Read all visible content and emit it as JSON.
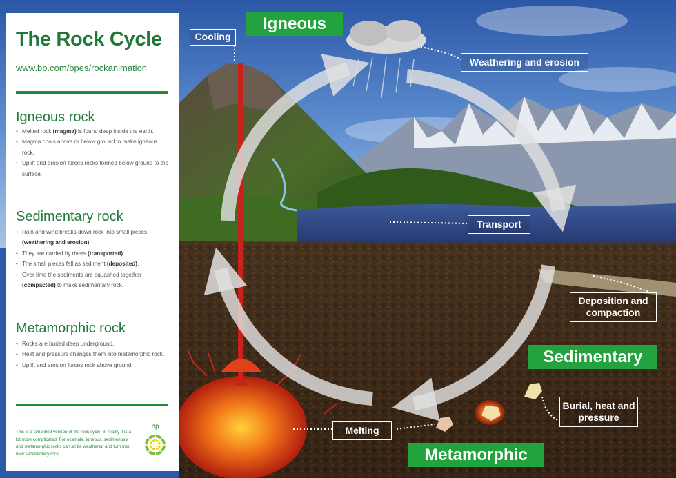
{
  "panel": {
    "title": "The Rock Cycle",
    "url": "www.bp.com/bpes/rockanimation",
    "sections": [
      {
        "heading": "Igneous rock",
        "bullets": [
          [
            "Melted rock ",
            {
              "b": "(magma)"
            },
            " is found deep inside the earth."
          ],
          [
            "Magma cools above or below ground to make igneous rock."
          ],
          [
            "Uplift and erosion forces rocks formed below ground to the surface."
          ]
        ]
      },
      {
        "heading": "Sedimentary rock",
        "bullets": [
          [
            "Rain and wind breaks down rock into small pieces ",
            {
              "b": "(weathering and erosion)"
            },
            "."
          ],
          [
            "They are carried by rivers ",
            {
              "b": "(transported)"
            },
            "."
          ],
          [
            "The small pieces fall as sediment ",
            {
              "b": "(deposited)"
            },
            "."
          ],
          [
            "Over time the sediments are squashed together ",
            {
              "b": "(compacted)"
            },
            " to make sedimentary rock."
          ]
        ]
      },
      {
        "heading": "Metamorphic rock",
        "bullets": [
          [
            "Rocks are buried deep underground."
          ],
          [
            "Heat and pressure changes them into metamorphic rock."
          ],
          [
            "Uplift and erosion forces rock above ground."
          ]
        ]
      }
    ],
    "note": "This is a simplified version of the rock cycle. In reality it is a lot more complicated. For example, igneous, sedimentary and metamorphic rocks can all be weathered and turn into new sedimentary rock.",
    "logo_text": "bp"
  },
  "diagram": {
    "categories": {
      "igneous": "Igneous",
      "sedimentary": "Sedimentary",
      "metamorphic": "Metamorphic"
    },
    "labels": {
      "cooling": "Cooling",
      "weathering": "Weathering and erosion",
      "transport": "Transport",
      "deposition": "Deposition and compaction",
      "burial": "Burial, heat and pressure",
      "melting": "Melting"
    }
  },
  "colors": {
    "brand_green": "#1f7a3a",
    "label_green": "#22a33d",
    "magma": "#e8401c",
    "lake": "#2a3f7a"
  }
}
